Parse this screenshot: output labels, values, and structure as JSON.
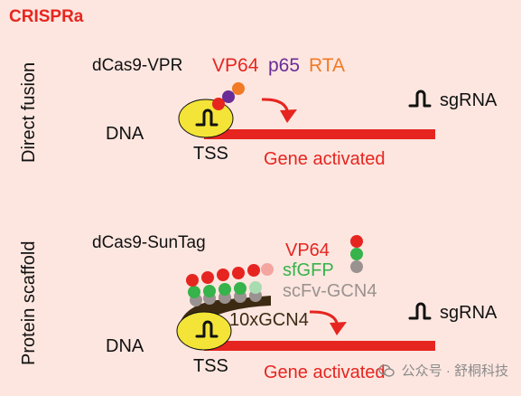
{
  "title": "CRISPRa",
  "panels": {
    "direct": {
      "side_label": "Direct fusion",
      "construct": "dCas9-VPR",
      "domains": [
        "VP64",
        "p65",
        "RTA"
      ],
      "dna": "DNA",
      "tss": "TSS",
      "gene": "Gene activated",
      "sgrna": "sgRNA"
    },
    "scaffold": {
      "side_label": "Protein scaffold",
      "construct": "dCas9-SunTag",
      "legend": [
        "VP64",
        "sfGFP",
        "scFv-GCN4"
      ],
      "peptide": "10xGCN4",
      "dna": "DNA",
      "tss": "TSS",
      "gene": "Gene activated",
      "sgrna": "sgRNA"
    }
  },
  "colors": {
    "background": "#fde6e0",
    "dna_bar": "#e62520",
    "dcas9": "#f3e437",
    "vp64": "#e62520",
    "p65": "#6a2c96",
    "rta": "#f07a25",
    "sfgfp": "#36b34a",
    "scfv": "#9a9290",
    "gcn4": "#3d2a12"
  },
  "watermark": {
    "icon": "wechat-icon",
    "text": "公众号 · 舒桐科技"
  }
}
